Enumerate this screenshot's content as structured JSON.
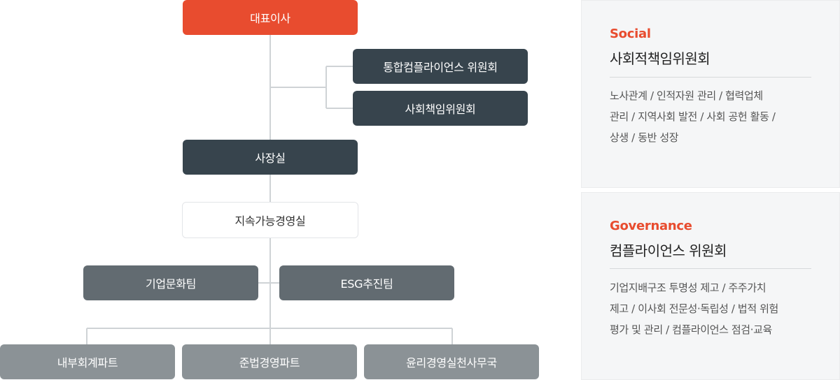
{
  "org": {
    "ceo": "대표이사",
    "committees": [
      "통합컴플라이언스 위원회",
      "사회책임위원회"
    ],
    "president_office": "사장실",
    "sustainability_office": "지속가능경영실",
    "teams": [
      "기업문화팀",
      "ESG추진팀"
    ],
    "parts": [
      "내부회계파트",
      "준법경영파트",
      "윤리경영실천사무국"
    ]
  },
  "panels": [
    {
      "tag": "Social",
      "title": "사회적책임위원회",
      "lines": [
        "노사관계 / 인적자원 관리 / 협력업체",
        "관리 / 지역사회 발전 / 사회 공헌 활동 /",
        "상생 / 동반 성장"
      ]
    },
    {
      "tag": "Governance",
      "title": "컴플라이언스 위원회",
      "lines": [
        "기업지배구조 투명성 제고 / 주주가치",
        "제고 / 이사회 전문성·독립성 / 법적 위험",
        "평가 및 관리 / 컴플라이언스 점검·교육"
      ]
    }
  ],
  "colors": {
    "accent": "#e84c2f",
    "dark_box": "#37444d",
    "mid_box": "#626b71",
    "light_box": "#8b9296",
    "connector": "#cfd3d6"
  }
}
